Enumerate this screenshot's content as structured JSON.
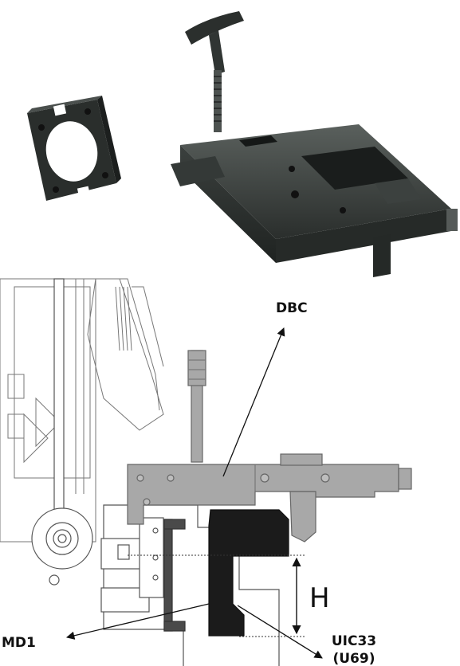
{
  "labels": {
    "dbc": "DBC",
    "md1": "MD1",
    "uic_line1": "UIC33",
    "uic_line2": "(U69)",
    "h": "H"
  },
  "colors": {
    "tool_dark": "#2f3432",
    "tool_mid": "#454b48",
    "body_gray": "#a8a8a8",
    "profile_black": "#1b1b1b",
    "outline": "#555555"
  }
}
